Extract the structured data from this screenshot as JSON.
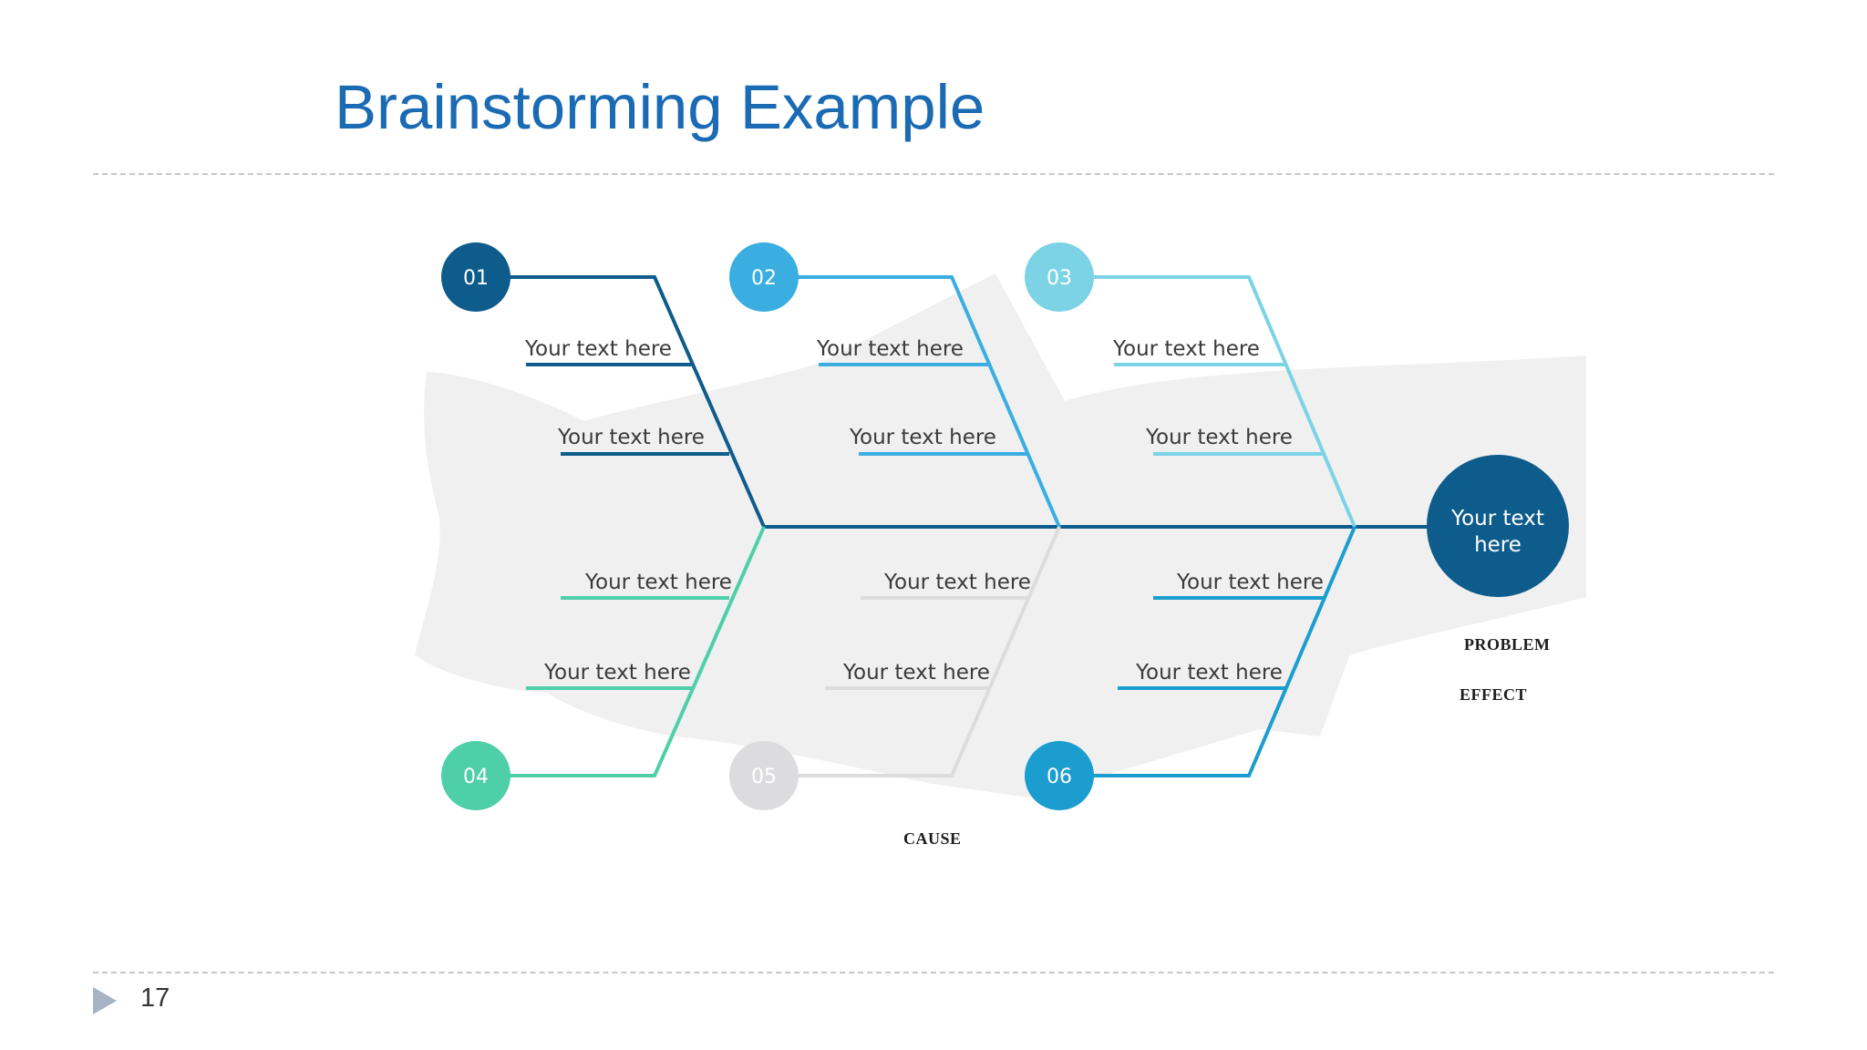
{
  "slide": {
    "title": "Brainstorming Example",
    "page_number": "17"
  },
  "fishbone": {
    "head": {
      "line1": "Your text",
      "line2": "here"
    },
    "bone_labels": [
      "Your text here",
      "Your text here",
      "Your text here",
      "Your text here",
      "Your text here",
      "Your text here",
      "Your text here",
      "Your text here",
      "Your text here",
      "Your text here",
      "Your text here",
      "Your text here"
    ],
    "causes": [
      {
        "num": "01",
        "color": "#0e5c8c"
      },
      {
        "num": "02",
        "color": "#3aaee0"
      },
      {
        "num": "03",
        "color": "#7dd3e6"
      },
      {
        "num": "04",
        "color": "#4fcfa8"
      },
      {
        "num": "05",
        "color": "#dcdcde"
      },
      {
        "num": "06",
        "color": "#1b9ecf"
      }
    ],
    "head_color": "#0e5c8c",
    "captions": {
      "cause": "CAUSE",
      "problem": "PROBLEM",
      "effect": "EFFECT"
    }
  }
}
